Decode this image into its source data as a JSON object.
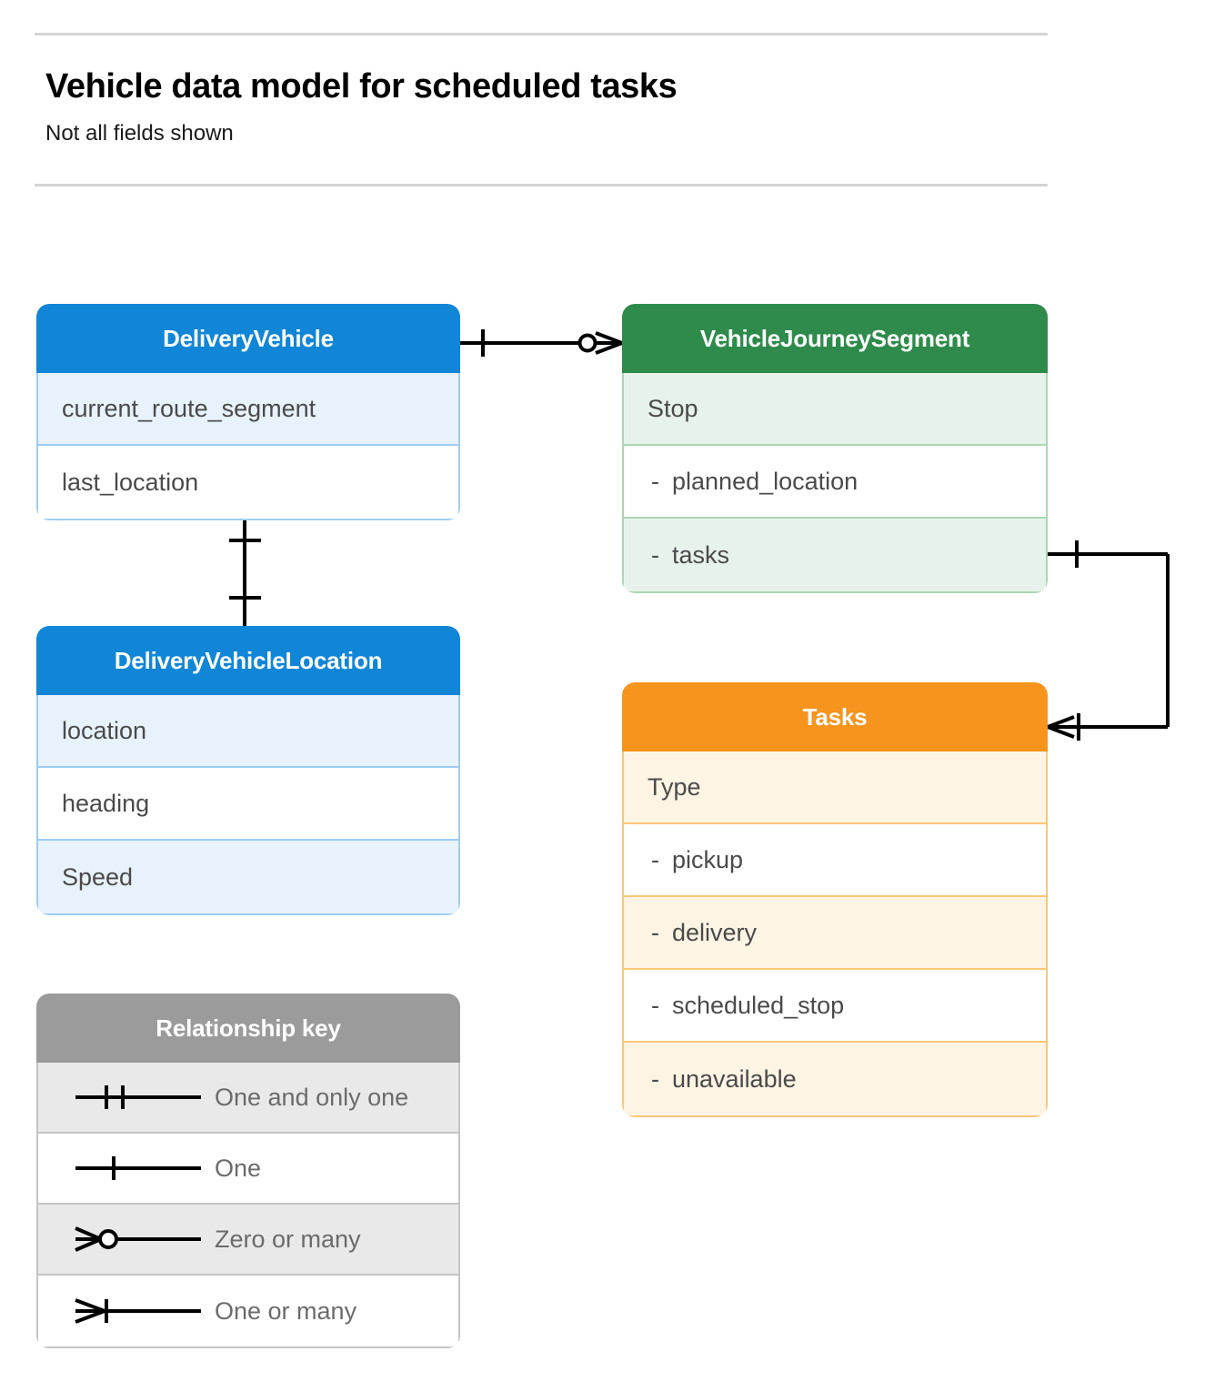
{
  "header": {
    "title": "Vehicle data model for scheduled tasks",
    "subtitle": "Not all fields shown"
  },
  "colors": {
    "blue": "#1186d6",
    "blue_row_alt": "#e8f2fc",
    "blue_border": "#9ecdf3",
    "green": "#2e8b4b",
    "green_row_alt": "#e7f3ea",
    "green_border": "#a9d7b4",
    "orange": "#f7941d",
    "orange_row_alt": "#fdf4e4",
    "orange_border": "#fbc776",
    "grey": "#9b9b9b",
    "grey_row_alt": "#e9e9e9",
    "line": "#000000",
    "rule": "#d3d3d3"
  },
  "entities": [
    {
      "id": "delivery-vehicle",
      "name": "DeliveryVehicle",
      "color": "blue",
      "fields": [
        {
          "label": "current_route_segment",
          "indent": false
        },
        {
          "label": "last_location",
          "indent": false
        }
      ]
    },
    {
      "id": "journey-segment",
      "name": "VehicleJourneySegment",
      "color": "green",
      "fields": [
        {
          "label": "Stop",
          "indent": false
        },
        {
          "label": "planned_location",
          "indent": true,
          "dash": "-"
        },
        {
          "label": "tasks",
          "indent": true,
          "dash": "-"
        }
      ]
    },
    {
      "id": "vehicle-location",
      "name": "DeliveryVehicleLocation",
      "color": "blue",
      "fields": [
        {
          "label": "location",
          "indent": false
        },
        {
          "label": "heading",
          "indent": false
        },
        {
          "label": "Speed",
          "indent": false
        }
      ]
    },
    {
      "id": "tasks",
      "name": "Tasks",
      "color": "orange",
      "fields": [
        {
          "label": "Type",
          "indent": false
        },
        {
          "label": "pickup",
          "indent": true,
          "dash": "-"
        },
        {
          "label": "delivery",
          "indent": true,
          "dash": "-"
        },
        {
          "label": "scheduled_stop",
          "indent": true,
          "dash": "-"
        },
        {
          "label": "unavailable",
          "indent": true,
          "dash": "-"
        }
      ]
    }
  ],
  "legend": {
    "title": "Relationship key",
    "items": [
      {
        "symbol": "one-and-only-one",
        "label": "One and only one"
      },
      {
        "symbol": "one",
        "label": "One"
      },
      {
        "symbol": "zero-or-many",
        "label": "Zero or many"
      },
      {
        "symbol": "one-or-many",
        "label": "One or many"
      }
    ]
  },
  "relationships": [
    {
      "id": "vehicle-to-journey-segment",
      "from": "DeliveryVehicle",
      "to": "VehicleJourneySegment",
      "from_cardinality": "one",
      "to_cardinality": "zero-or-many"
    },
    {
      "id": "vehicle-to-vehicle-location",
      "from": "DeliveryVehicle",
      "to": "DeliveryVehicleLocation",
      "from_cardinality": "one",
      "to_cardinality": "one"
    },
    {
      "id": "journey-segment-tasks-to-tasks",
      "from": "VehicleJourneySegment.tasks",
      "to": "Tasks",
      "from_cardinality": "one",
      "to_cardinality": "one-or-many"
    }
  ]
}
